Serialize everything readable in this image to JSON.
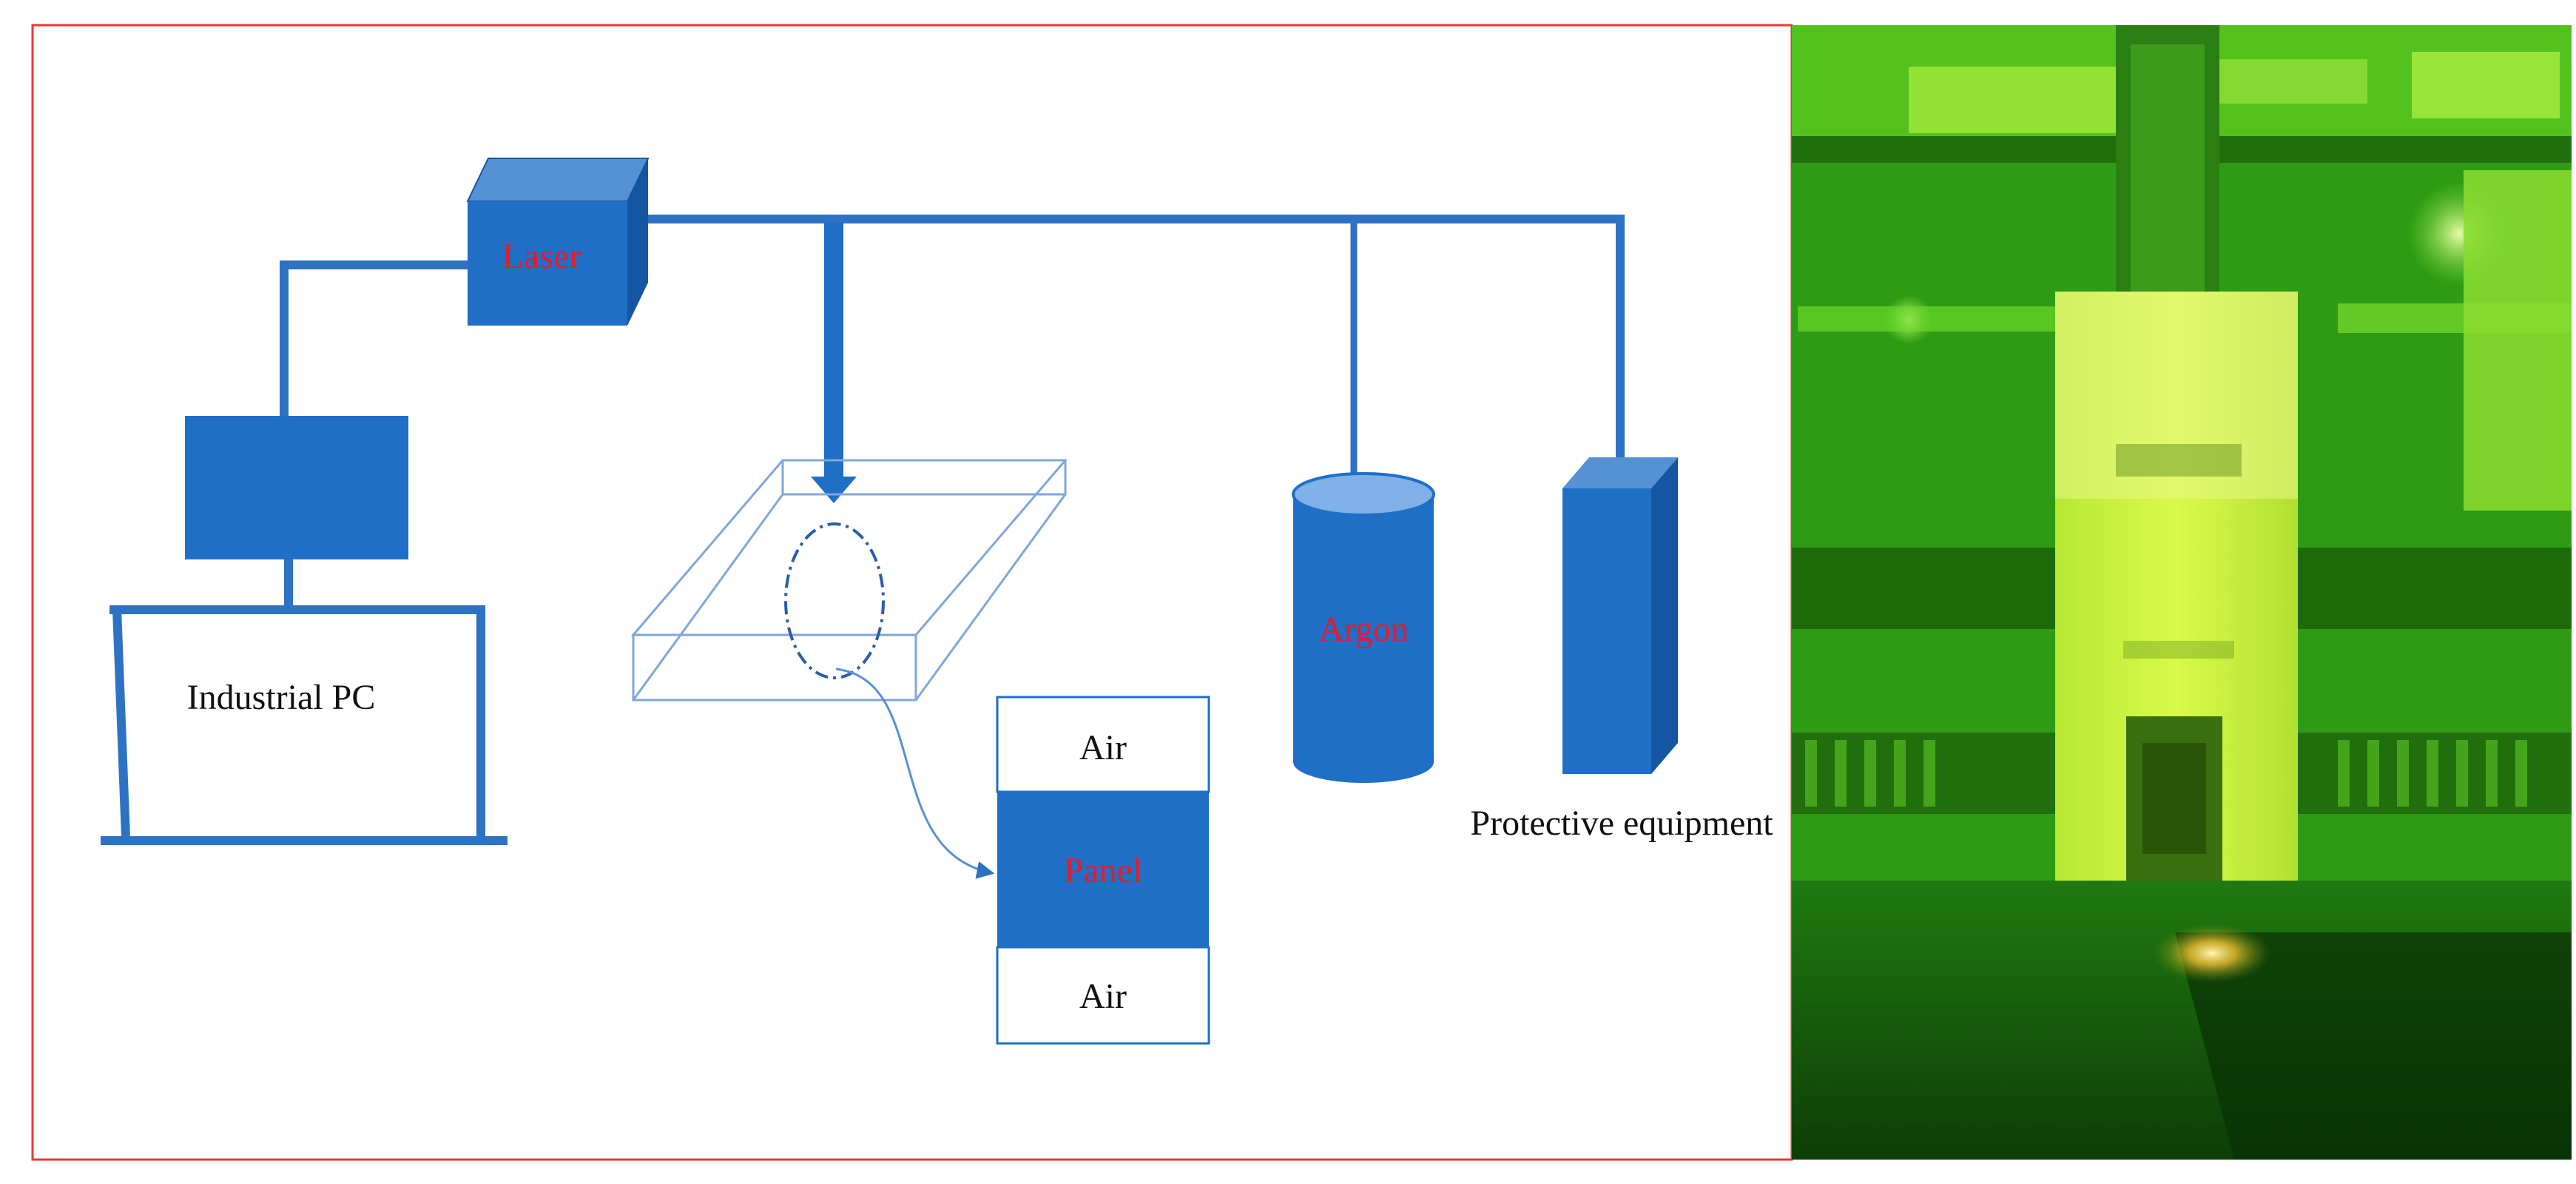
{
  "diagram": {
    "labels": {
      "laser": "Laser",
      "industrial_pc": "Industrial PC",
      "argon": "Argon",
      "protective_equipment": "Protective equipment",
      "air_top": "Air",
      "panel": "Panel",
      "air_bottom": "Air"
    },
    "colors": {
      "frame_border": "#e53935",
      "line_blue": "#2e72c4",
      "box_fill": "#1f6fc6",
      "box_top": "#5691d6",
      "box_side": "#1556a3",
      "red_text": "#e8192c",
      "thin_outline": "#7fa7dc"
    }
  },
  "photo": {
    "description": "",
    "colors": {
      "tint_dark": "#0b4a06",
      "tint_mid": "#3cb81a",
      "tint_bright": "#c7f23c"
    }
  }
}
